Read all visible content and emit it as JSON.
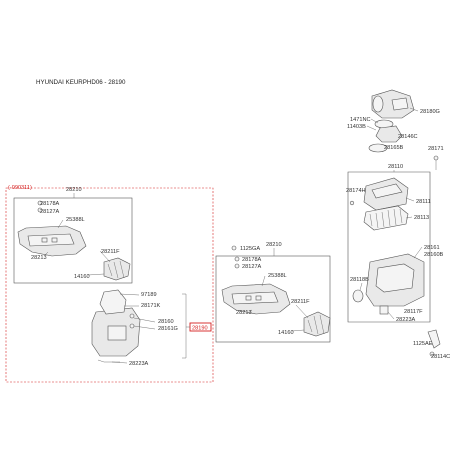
{
  "title": "HYUNDAI KEURPHD06 - 28190",
  "colors": {
    "highlight": "#d62020",
    "line": "#555555",
    "part_fill": "#e9e9e9"
  },
  "left_group": {
    "variant_note": "(-090311)",
    "header_code": "28210",
    "callouts": [
      "28178A",
      "28127A",
      "25388L",
      "28213",
      "28211F",
      "14160",
      "97189",
      "28171K",
      "28160",
      "28161G",
      "28223A"
    ],
    "highlighted_code": "28190"
  },
  "center_group": {
    "header_code": "28210",
    "callouts": [
      "1125GA",
      "28178A",
      "28127A",
      "25388L",
      "28213",
      "28211F",
      "14160"
    ]
  },
  "right_group": {
    "callouts": [
      "28180G",
      "1471NC",
      "11403B",
      "28146C",
      "28165B",
      "28171",
      "28110",
      "28174H",
      "28111",
      "28113",
      "28161",
      "28160B",
      "28118B",
      "28223A",
      "28117F",
      "1125AE",
      "28114C"
    ]
  }
}
